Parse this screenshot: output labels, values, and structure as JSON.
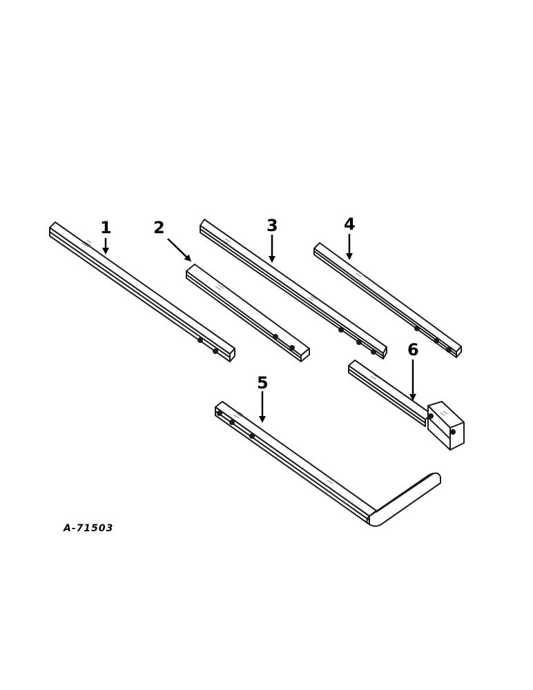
{
  "figure_id": "A-71503",
  "callouts": {
    "c1": "1",
    "c2": "2",
    "c3": "3",
    "c4": "4",
    "c5": "5",
    "c6": "6"
  },
  "colors": {
    "ink": "#1a1a1a",
    "background": "#ffffff"
  }
}
